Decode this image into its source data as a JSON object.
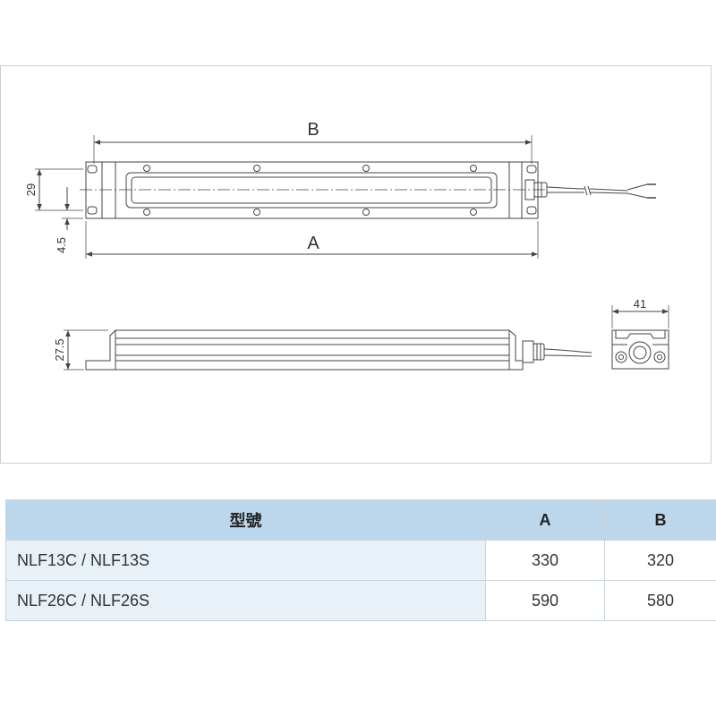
{
  "drawing": {
    "dim_B": "B",
    "dim_A": "A",
    "dim_29": "29",
    "dim_4_5": "4.5",
    "dim_27_5": "27.5",
    "dim_41": "41"
  },
  "table": {
    "headers": {
      "model": "型號",
      "a": "A",
      "b": "B"
    },
    "rows": [
      {
        "model": "NLF13C / NLF13S",
        "a": "330",
        "b": "320"
      },
      {
        "model": "NLF26C / NLF26S",
        "a": "590",
        "b": "580"
      }
    ]
  },
  "colors": {
    "header_bg": "#bcd7ec",
    "row_bg": "#e8f1f8",
    "line": "#444444"
  }
}
